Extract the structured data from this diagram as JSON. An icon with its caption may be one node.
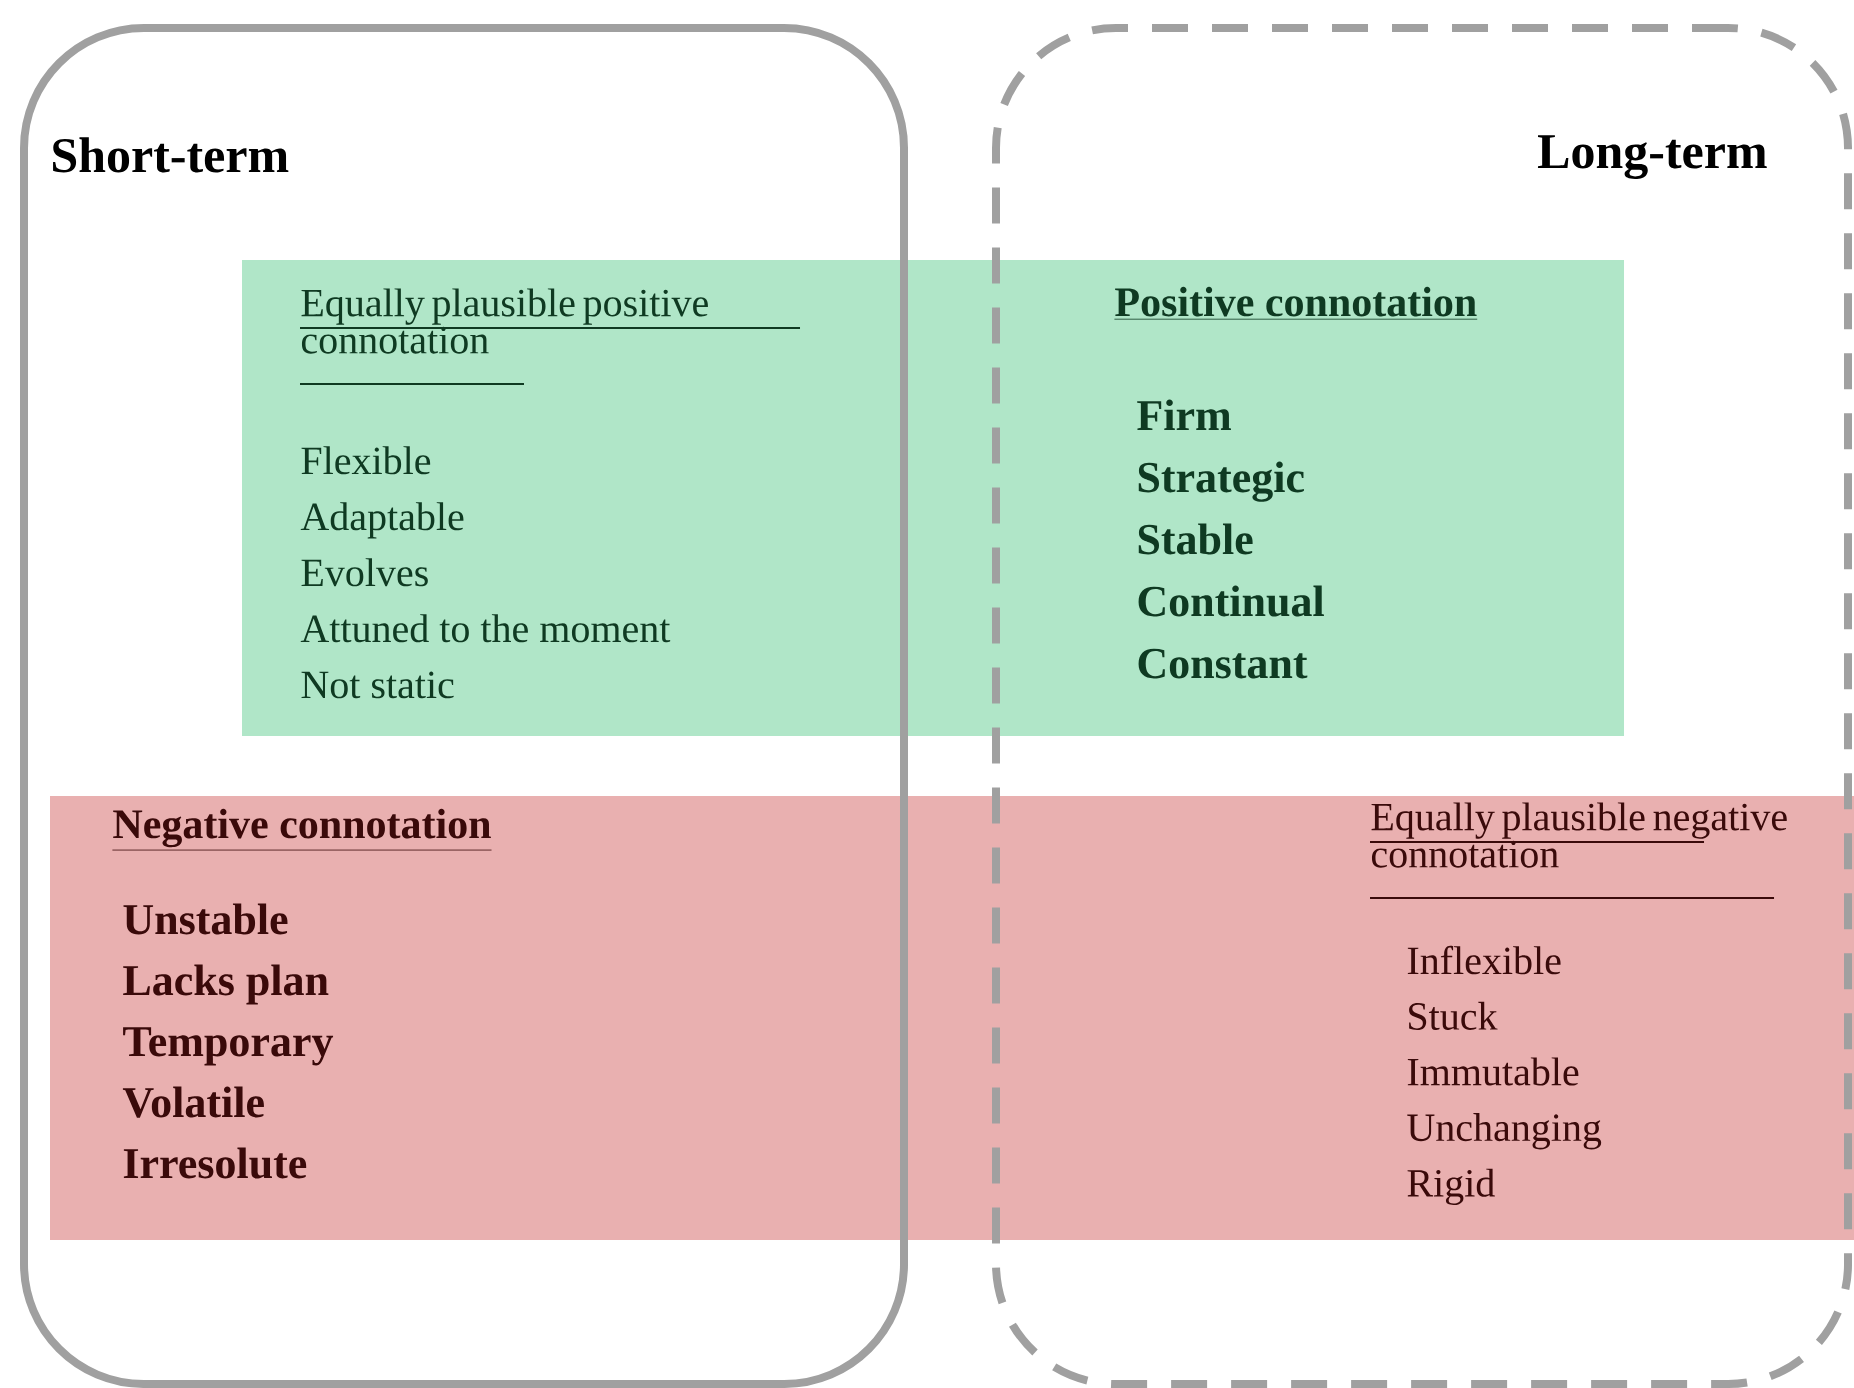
{
  "diagram": {
    "nodes": [
      {
        "text": [
          "Short-term"
        ]
      },
      {
        "text": [
          "Long-term"
        ]
      },
      {
        "text": [
          "Equally plausible positive connotation",
          "Flexible",
          "Adaptable",
          "Evolves",
          "Attuned to the moment",
          "Not static",
          "Positive connotation",
          "Firm",
          "Strategic",
          "Stable",
          "Continual",
          "Constant"
        ]
      },
      {
        "text": [
          "Negative connotation",
          "Unstable",
          "Lacks plan",
          "Temporary",
          "Volatile",
          "Irresolute",
          "Equally plausible negative connotation",
          "Inflexible",
          "Stuck",
          "Immutable",
          "Unchanging",
          "Rigid"
        ]
      }
    ]
  }
}
